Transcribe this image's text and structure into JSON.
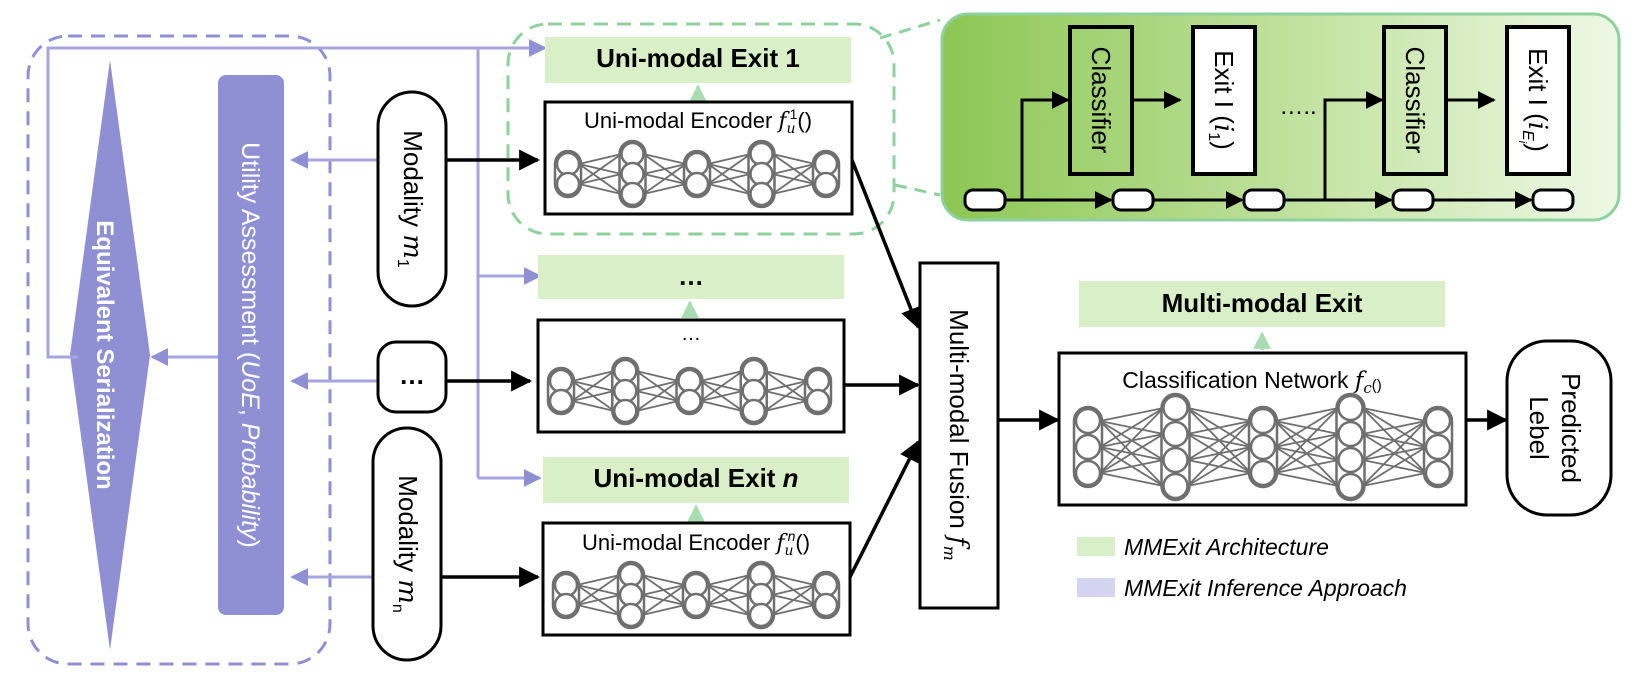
{
  "colors": {
    "green_light": "#d8efc7",
    "green_border": "#8fd19e",
    "green_dark": "#93c95a",
    "purple": "#8f8fd4",
    "purple_light": "#a5a5e0",
    "purple_legend": "#d4d4f0",
    "black": "#000000",
    "node": "#6f6f6f"
  },
  "serialization": {
    "label": "Equivalent Serialization"
  },
  "utility": {
    "label_main": "Utility Assessment (",
    "label_uoe": "UoE",
    "label_comma": ", ",
    "label_prob": "Probability",
    "label_close": ")"
  },
  "modalities": {
    "m1_text": "Modality ",
    "m1_var": "m",
    "m1_sub": "1",
    "middle": "…",
    "mn_text": "Modality ",
    "mn_var": "m",
    "mn_sub": "n"
  },
  "encoders": {
    "e1_label": "Uni-modal Encoder ",
    "e1_var": "f",
    "e1_sub": "u",
    "e1_sup": "1",
    "e1_paren": "()",
    "mid_label": "…",
    "en_label": "Uni-modal Encoder ",
    "en_var": "f",
    "en_sub": "u",
    "en_sup": "n",
    "en_paren": "()"
  },
  "exits": {
    "exit1_text": "Uni-modal Exit 1",
    "exit_mid": "…",
    "exitn_text": "Uni-modal Exit ",
    "exitn_var": "n",
    "multi": "Multi-modal  Exit"
  },
  "inset": {
    "classifier1": "Classifier",
    "exit_first": "Exit I (",
    "exit_first_var": "i",
    "exit_first_sub": "1",
    "exit_first_close": ")",
    "dots": "…..",
    "classifier2": "Classifier",
    "exit_last": "Exit I (",
    "exit_last_var": "i",
    "exit_last_sub": "E",
    "exit_last_subsub": "i",
    "exit_last_close": ")"
  },
  "fusion": {
    "label": "Multi-modal Fusion ",
    "var": "f",
    "sub": "m"
  },
  "classification": {
    "label": "Classification Network ",
    "var": "f",
    "sub": "c",
    "paren": "()"
  },
  "predicted": {
    "line1": "Predicted",
    "line2": "Lebel"
  },
  "legend": [
    {
      "label": "MMExit Architecture",
      "color": "#d8efc7"
    },
    {
      "label": "MMExit Inference Approach",
      "color": "#d4d4f0"
    }
  ]
}
